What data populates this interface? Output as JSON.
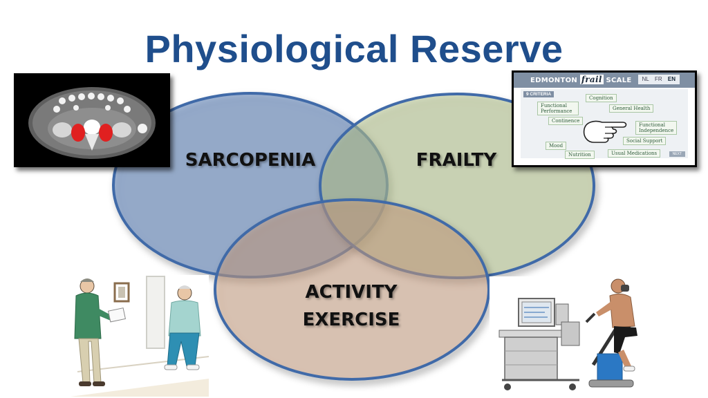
{
  "title": "Physiological Reserve",
  "circles": {
    "left_label": "SARCOPENIA",
    "right_label": "FRAILTY",
    "bottom_label_line1": "ACTIVITY",
    "bottom_label_line2": "EXERCISE"
  },
  "colors": {
    "title": "#1f4e8c",
    "sarcopenia_fill": "#5b7fb5",
    "frailty_fill": "#b5c28f",
    "activity_fill": "#c9a083",
    "circle_stroke": "#3f6aa8"
  },
  "edmonton_scale": {
    "brand_prefix": "EDMONTON",
    "brand_italic": "frail",
    "brand_suffix": "SCALE",
    "languages": [
      "NL",
      "FR",
      "EN"
    ],
    "criteria_label": "9 CRITERIA",
    "criteria": [
      "Cognition",
      "Functional Performance",
      "General Health",
      "Continence",
      "Functional Independence",
      "Social Support",
      "Mood",
      "Nutrition",
      "Usual Medications"
    ],
    "next_label": "NEXT"
  },
  "icons": {
    "ct_scan": "abdominal-ct-scan-image",
    "pointing_hand": "pointing-hand-icon",
    "walking_test": "clinician-walking-test-illustration",
    "bike_test": "cardiopulmonary-exercise-test-illustration"
  }
}
